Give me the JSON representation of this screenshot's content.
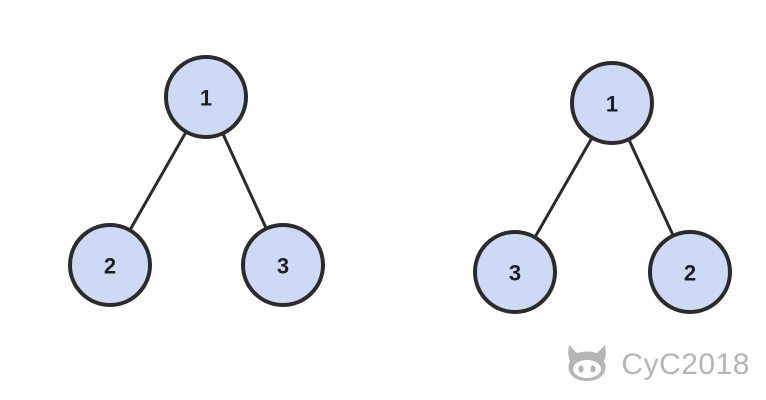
{
  "trees": [
    {
      "nodes": [
        {
          "id": "a1",
          "label": "1"
        },
        {
          "id": "a2",
          "label": "2"
        },
        {
          "id": "a3",
          "label": "3"
        }
      ],
      "edges": [
        [
          "a1",
          "a2"
        ],
        [
          "a1",
          "a3"
        ]
      ]
    },
    {
      "nodes": [
        {
          "id": "b1",
          "label": "1"
        },
        {
          "id": "b3",
          "label": "3"
        },
        {
          "id": "b2",
          "label": "2"
        }
      ],
      "edges": [
        [
          "b1",
          "b3"
        ],
        [
          "b1",
          "b2"
        ]
      ]
    }
  ],
  "watermark": {
    "text": "CyC2018",
    "icon": "github-octocat-icon",
    "color": "#b5b5b5"
  },
  "colors": {
    "node_fill": "#cdd9f5",
    "stroke": "#2b2b2b"
  }
}
